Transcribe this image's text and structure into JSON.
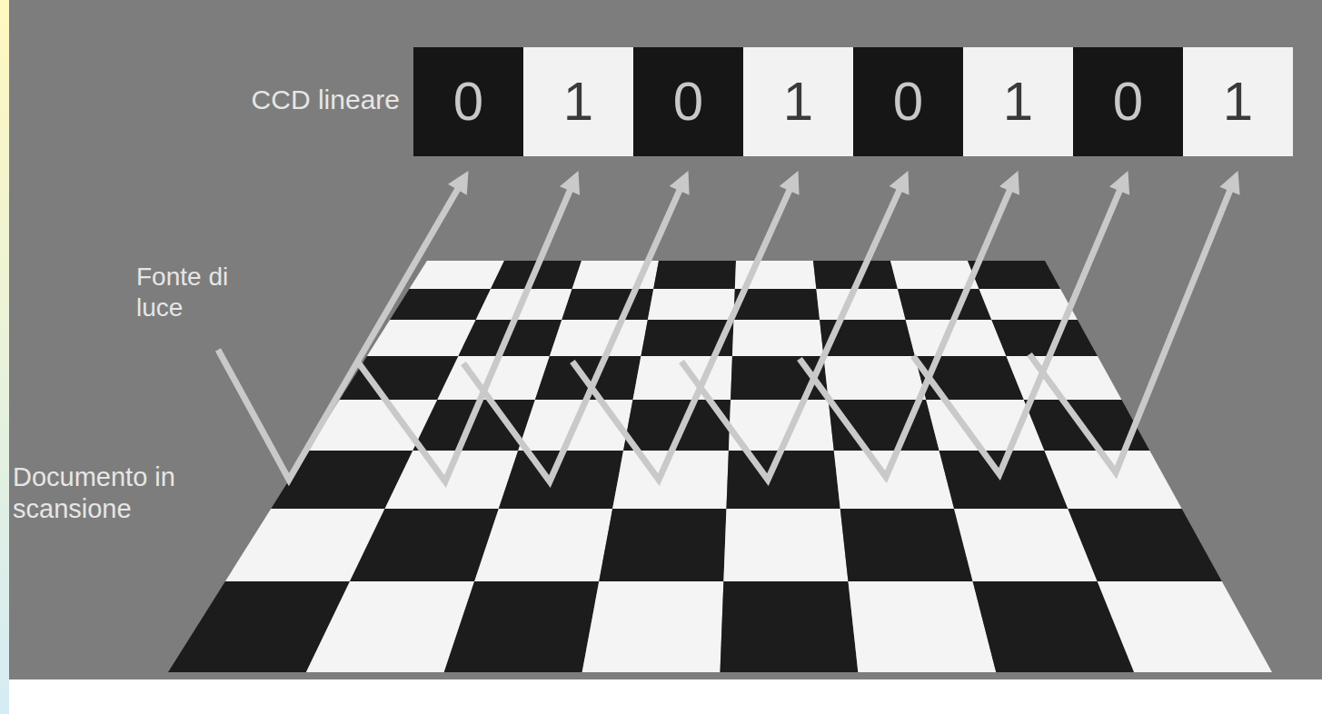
{
  "diagram": {
    "nodes": [
      {
        "text": [
          "0"
        ]
      },
      {
        "text": [
          "1"
        ]
      },
      {
        "text": [
          "0"
        ]
      },
      {
        "text": [
          "1"
        ]
      },
      {
        "text": [
          "0"
        ]
      },
      {
        "text": [
          "1"
        ]
      },
      {
        "text": [
          "0"
        ]
      },
      {
        "text": [
          "1"
        ]
      }
    ],
    "labels": [
      "CCD lineare",
      "Fonte di luce",
      "Documento in scansione"
    ]
  }
}
